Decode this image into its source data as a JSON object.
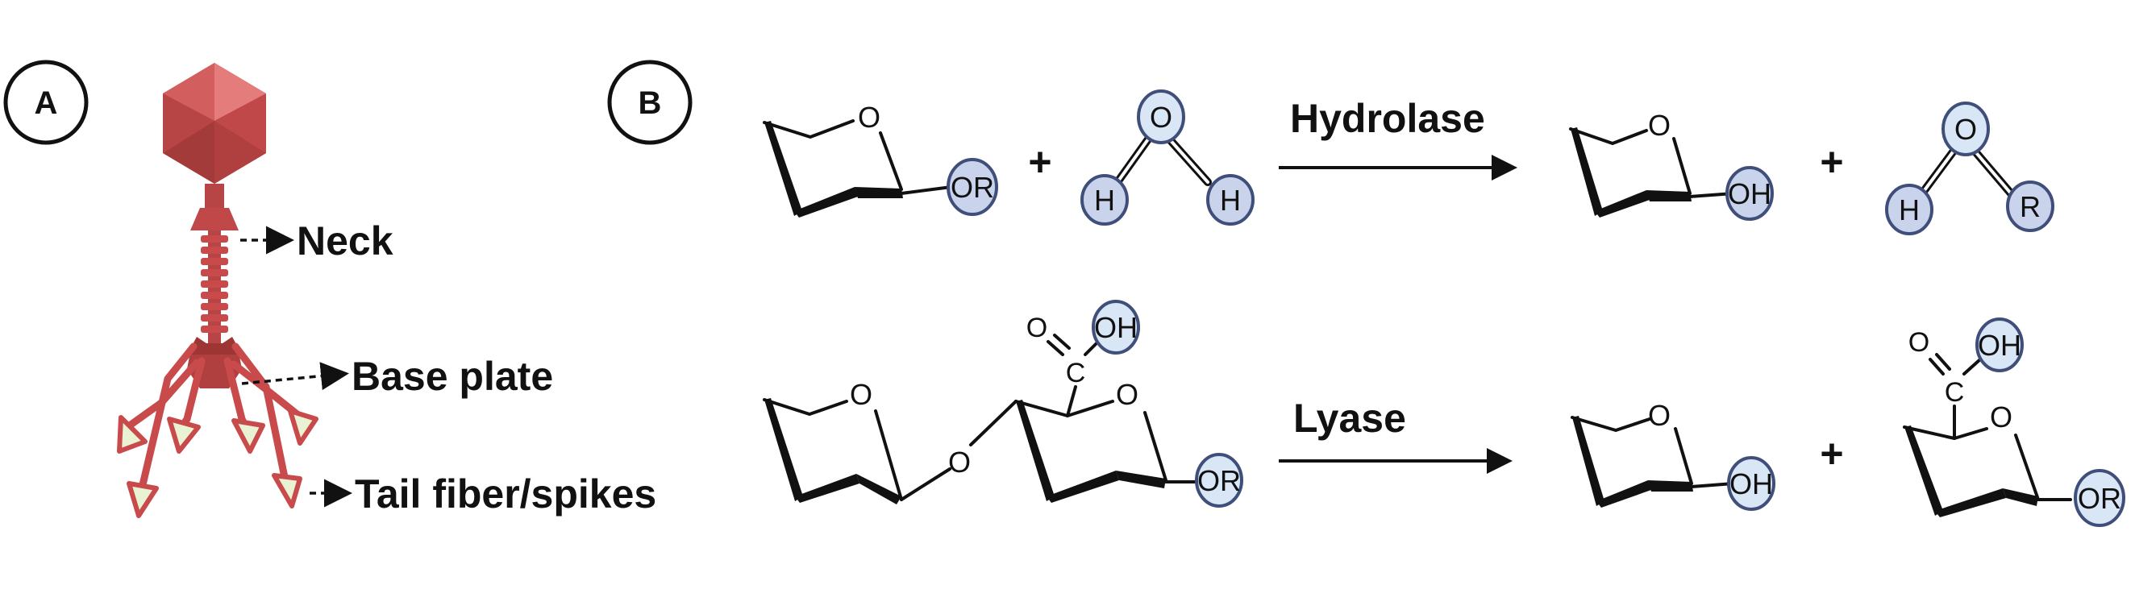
{
  "panels": {
    "a": "A",
    "b": "B"
  },
  "phage": {
    "neck": "Neck",
    "base_plate": "Base plate",
    "tail": "Tail fiber/spikes",
    "color": "#c84a4a"
  },
  "reaction_hydrolase": {
    "enzyme": "Hydrolase",
    "plus": "+",
    "ring_oxygen": "O",
    "reactant_group": "OR",
    "water": {
      "o": "O",
      "h1": "H",
      "h2": "H"
    },
    "product_group": "OH",
    "alcohol": {
      "o": "O",
      "h": "H",
      "r": "R"
    }
  },
  "reaction_lyase": {
    "enzyme": "Lyase",
    "plus": "+",
    "ring_oxygen": "O",
    "link_oxygen": "O",
    "carboxyl": {
      "o": "O",
      "c": "C",
      "oh": "OH"
    },
    "reactant_group": "OR",
    "product_group": "OH",
    "product_ring_oxygen": "O",
    "product_carboxyl": {
      "o": "O",
      "c": "C",
      "oh": "OH"
    },
    "product_group_2": "OR"
  },
  "colors": {
    "group_fill": "#c9d4ec",
    "group_fill_light": "#d8e6f6",
    "group_stroke": "#3f4f7a"
  }
}
